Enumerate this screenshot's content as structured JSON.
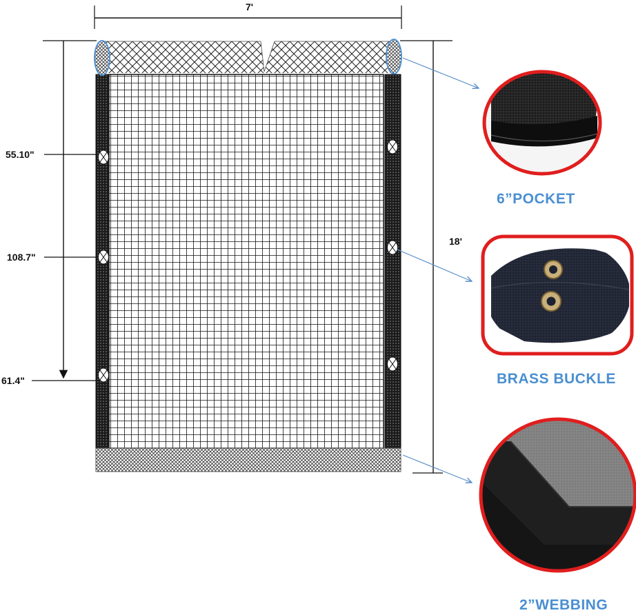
{
  "dimensions": {
    "width": "7'",
    "length": "18'",
    "spacing_1": "55.10\"",
    "spacing_2": "108.7\"",
    "spacing_3": "61.4\""
  },
  "callouts": [
    {
      "label": "6”POCKET",
      "color": "#4a8fd0",
      "ring_color": "#e01e1e"
    },
    {
      "label": "BRASS BUCKLE",
      "color": "#4a8fd0",
      "ring_color": "#e01e1e"
    },
    {
      "label": "2”WEBBING",
      "color": "#4a8fd0",
      "ring_color": "#e01e1e"
    }
  ],
  "colors": {
    "mesh": "#111111",
    "leader": "#5b8fc9",
    "dimension_line": "#111111"
  }
}
